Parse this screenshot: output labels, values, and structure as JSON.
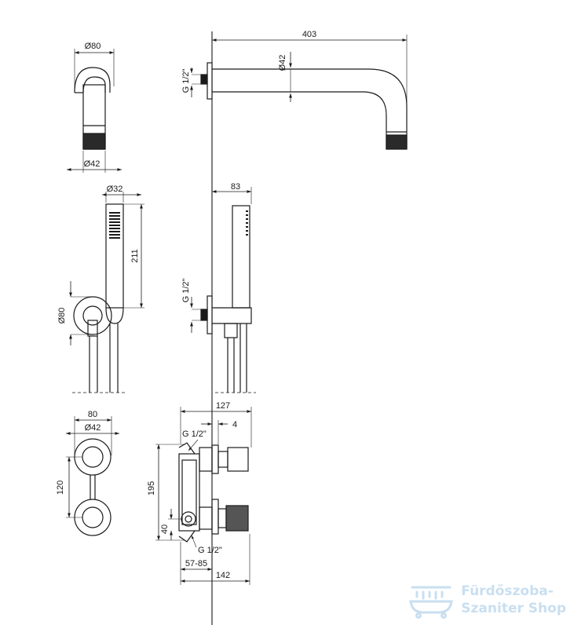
{
  "dimensions": {
    "spout_length": "403",
    "spout_diameter": "Ø42",
    "spout_thread": "G 1/2\"",
    "spout_rosette_side": "Ø80",
    "spout_tip_side": "Ø42",
    "hand_shower_head": "Ø32",
    "hand_shower_length": "211",
    "hand_shower_rosette": "Ø80",
    "hand_shower_projection": "83",
    "hand_shower_thread": "G 1/2\"",
    "valve_plate_width": "80",
    "valve_plate_inner": "Ø42",
    "valve_spacing": "120",
    "valve_depth": "127",
    "valve_offset": "4",
    "valve_thread_top": "G 1/2\"",
    "valve_height": "195",
    "valve_lower": "40",
    "valve_thread_bottom": "G 1/2\"",
    "valve_install_range": "57-85",
    "valve_total_depth": "142"
  },
  "watermark": {
    "line1": "Fürdőszoba-",
    "line2": "Szaniter Shop",
    "color": "#c9dff0"
  },
  "colors": {
    "line": "#1a1a1a",
    "background": "#ffffff"
  }
}
